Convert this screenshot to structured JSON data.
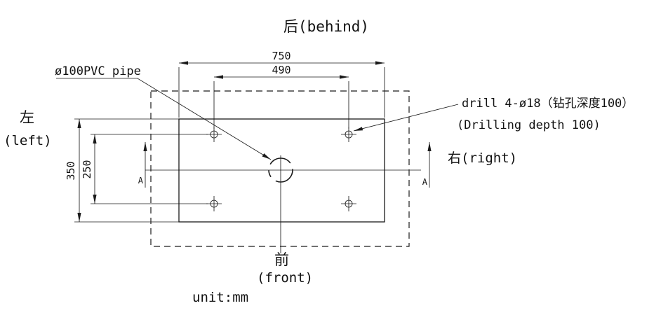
{
  "labels": {
    "behind": "后(behind)",
    "left_cn": "左",
    "left_en": "(left)",
    "right": "右(right)",
    "front_cn": "前",
    "front_en": "(front)",
    "pipe": "ø100PVC pipe",
    "drill_line1": "drill 4-ø18（钻孔深度100）",
    "drill_line2": "(Drilling depth 100)",
    "section_a_left": "A",
    "section_a_right": "A",
    "unit": "unit:mm"
  },
  "dimensions": {
    "plate_width": "750",
    "hole_span_x": "490",
    "plate_depth": "350",
    "hole_span_y": "250"
  },
  "colors": {
    "line": "#1a1a1a",
    "background": "#ffffff"
  }
}
